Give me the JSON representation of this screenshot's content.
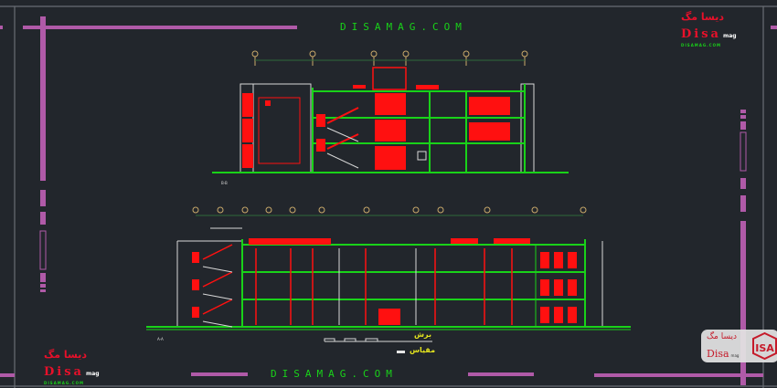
{
  "watermark": {
    "top": "DISAMAG.COM",
    "bottom": "DISAMAG.COM"
  },
  "logo": {
    "persian": "دیسا مگ",
    "brand": "Disa",
    "suffix": "mag",
    "url": "DISAMAG.COM"
  },
  "badge": {
    "persian": "دیسا مگ",
    "brand": "Disa",
    "suffix": "mag",
    "mark": "ISA"
  },
  "drawing": {
    "section_title": "برش",
    "scale_label": "مقیاس",
    "upper_tag": "B-B",
    "lower_tag": "A-A"
  },
  "colors": {
    "background": "#22262c",
    "frame": "#b05aa8",
    "wall": "#19d219",
    "fill": "#ff1010",
    "line": "#d8d8d8"
  }
}
